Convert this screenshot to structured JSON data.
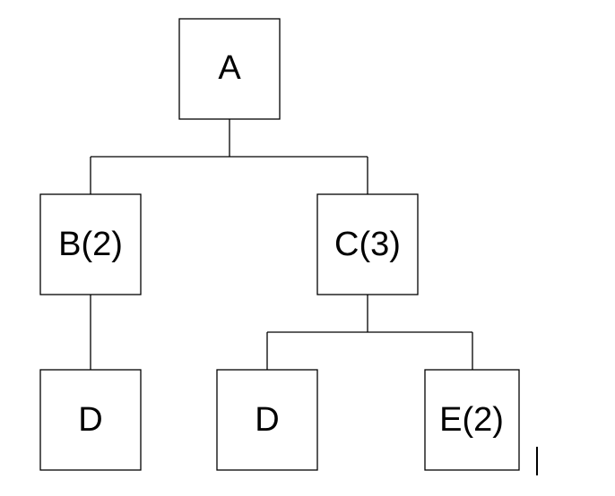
{
  "diagram": {
    "type": "tree",
    "nodes": [
      {
        "id": "A",
        "label": "A"
      },
      {
        "id": "B",
        "label": "B(2)",
        "parent": "A"
      },
      {
        "id": "C",
        "label": "C(3)",
        "parent": "A"
      },
      {
        "id": "D1",
        "label": "D",
        "parent": "B"
      },
      {
        "id": "D2",
        "label": "D",
        "parent": "C"
      },
      {
        "id": "E",
        "label": "E(2)",
        "parent": "C"
      }
    ]
  }
}
